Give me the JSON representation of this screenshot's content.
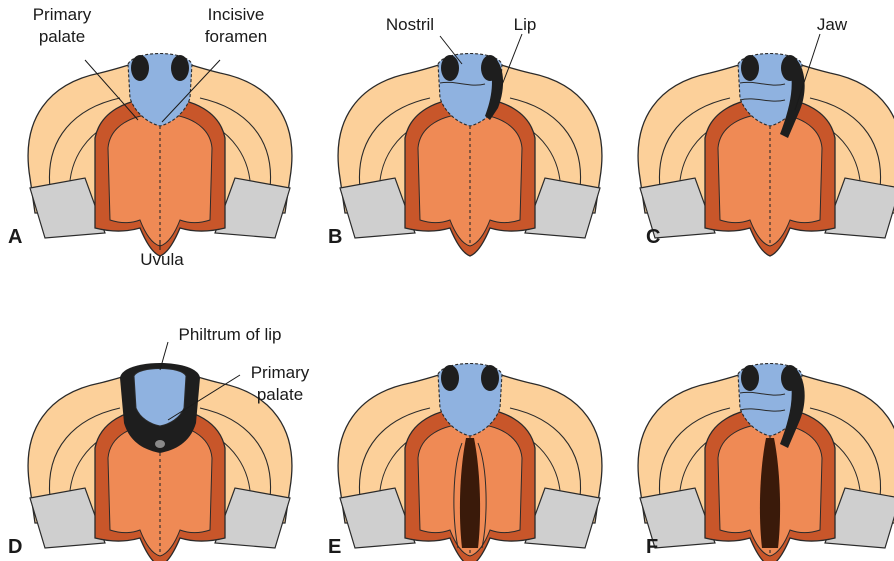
{
  "panels": {
    "a": "A",
    "b": "B",
    "c": "C",
    "d": "D",
    "e": "E",
    "f": "F"
  },
  "labels": {
    "a_primary_palate": "Primary",
    "a_primary_palate_2": "palate",
    "a_incisive_foramen": "Incisive",
    "a_incisive_foramen_2": "foramen",
    "a_uvula": "Uvula",
    "b_nostril": "Nostril",
    "b_lip": "Lip",
    "c_jaw": "Jaw",
    "d_philtrum": "Philtrum of lip",
    "d_primary_palate": "Primary",
    "d_primary_palate_2": "palate"
  },
  "colors": {
    "face": "#fcd09a",
    "face_outline": "#2a2a2a",
    "mouth_dark": "#c8562a",
    "palate": "#ef8a55",
    "primary_palate": "#8fb2e0",
    "nostril": "#1e1e1e",
    "jaw_gray": "#cfcfcf",
    "cleft": "#3a1a0a"
  }
}
